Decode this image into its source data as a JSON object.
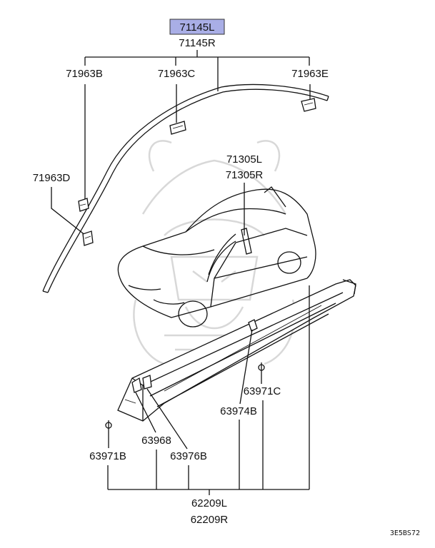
{
  "highlight_color": "#a9aee6",
  "labels": {
    "p71145L": "71145L",
    "p71145R": "71145R",
    "p71963B": "71963B",
    "p71963C": "71963C",
    "p71963E": "71963E",
    "p71963D": "71963D",
    "p71305L": "71305L",
    "p71305R": "71305R",
    "p63971C": "63971C",
    "p63974B": "63974B",
    "p63968": "63968",
    "p63976B": "63976B",
    "p63971B": "63971B",
    "p62209L": "62209L",
    "p62209R": "62209R"
  },
  "diagram_code": "3E5BS72"
}
